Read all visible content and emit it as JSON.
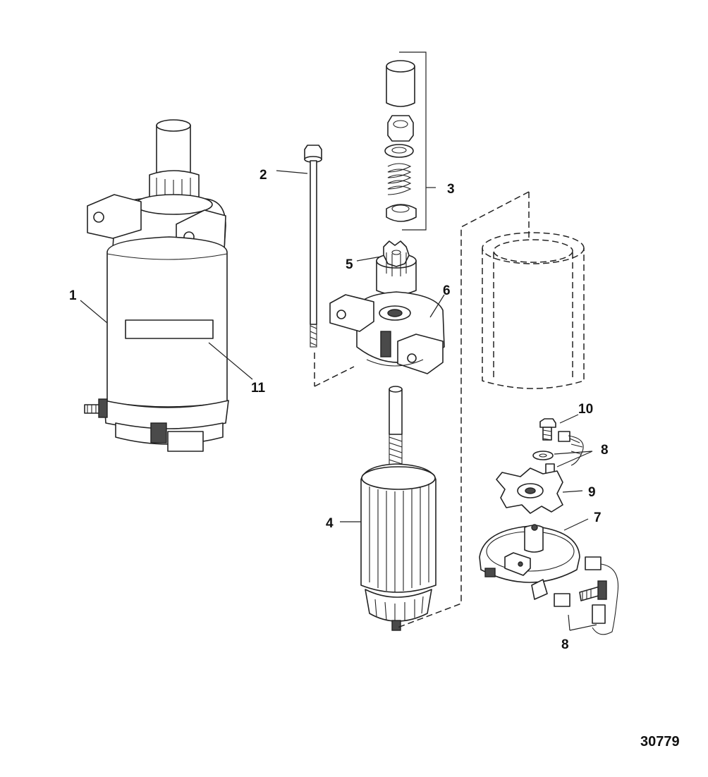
{
  "diagram": {
    "reference_number": "30779",
    "callouts": [
      {
        "id": "c1",
        "label": "1"
      },
      {
        "id": "c2",
        "label": "2"
      },
      {
        "id": "c3",
        "label": "3"
      },
      {
        "id": "c4",
        "label": "4"
      },
      {
        "id": "c5",
        "label": "5"
      },
      {
        "id": "c6",
        "label": "6"
      },
      {
        "id": "c7",
        "label": "7"
      },
      {
        "id": "c8a",
        "label": "8"
      },
      {
        "id": "c8b",
        "label": "8"
      },
      {
        "id": "c9",
        "label": "9"
      },
      {
        "id": "c10",
        "label": "10"
      },
      {
        "id": "c11",
        "label": "11"
      }
    ]
  }
}
